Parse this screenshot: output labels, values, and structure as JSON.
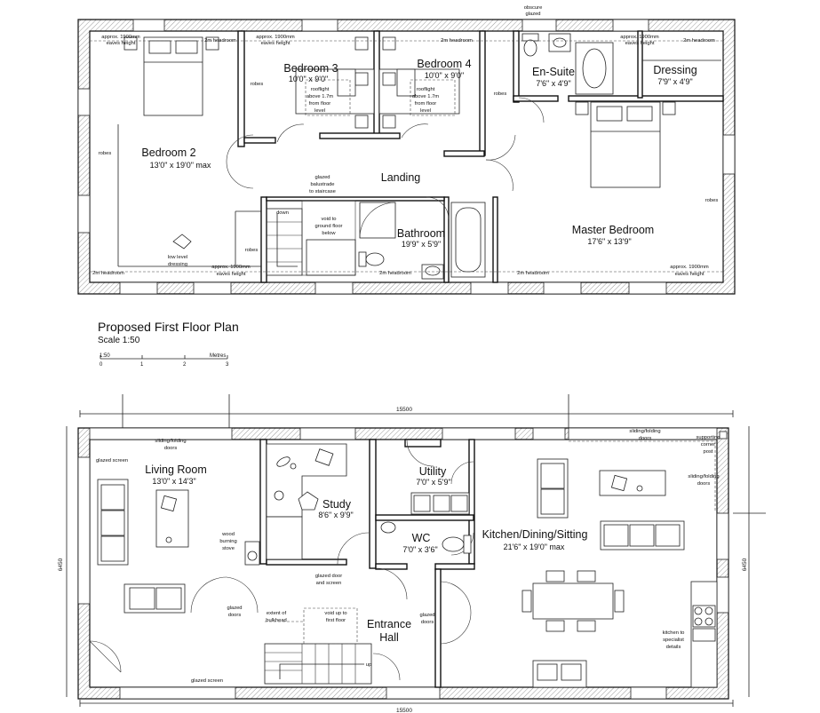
{
  "first_floor": {
    "rooms": [
      {
        "name": "Bedroom 2",
        "dims": "13'0\" x 19'0\" max"
      },
      {
        "name": "Bedroom 3",
        "dims": "10'0\" x 9'0\""
      },
      {
        "name": "Bedroom 4",
        "dims": "10'0\" x 9'0\""
      },
      {
        "name": "En-Suite",
        "dims": "7'6\" x 4'9\""
      },
      {
        "name": "Dressing",
        "dims": "7'9\" x 4'9\""
      },
      {
        "name": "Landing",
        "dims": ""
      },
      {
        "name": "Bathroom",
        "dims": "19'9\" x 5'9\""
      },
      {
        "name": "Master Bedroom",
        "dims": "17'6\" x 13'9\""
      }
    ],
    "notes": {
      "obscure_glazed": [
        "obscure",
        "glazed"
      ],
      "eaves_top": [
        "approx. 1900mm",
        "eaves height"
      ],
      "headroom_2m": "2m headroom",
      "robes": "robes",
      "rooflight": [
        "rooflight",
        "above 1.7m",
        "from floor",
        "level"
      ],
      "glazed_balustrade": [
        "glazed",
        "balustrade",
        "to staircase"
      ],
      "void": [
        "void to",
        "ground floor",
        "below"
      ],
      "down": "down",
      "low_level_dressing": [
        "low level",
        "dressing"
      ]
    },
    "plan_title": "Proposed First Floor Plan",
    "scale": "Scale 1:50",
    "scale_bar": {
      "left_label": "1:50",
      "right_label": "Metres",
      "ticks": [
        "0",
        "1",
        "2",
        "3"
      ]
    }
  },
  "ground_floor": {
    "rooms": [
      {
        "name": "Living Room",
        "dims": "13'0\" x 14'3\""
      },
      {
        "name": "Study",
        "dims": "8'6\" x 9'9\""
      },
      {
        "name": "Utility",
        "dims": "7'0\" x 5'9\""
      },
      {
        "name": "WC",
        "dims": "7'0\" x 3'6\""
      },
      {
        "name": "Kitchen/Dining/Sitting",
        "dims": "21'6\" x 19'0\" max"
      },
      {
        "name": "Entrance",
        "dims": "Hall"
      }
    ],
    "notes": {
      "sliding_folding": [
        "sliding/folding",
        "doors"
      ],
      "glazed_screen": "glazed screen",
      "wood_burning": [
        "wood",
        "burning",
        "stove"
      ],
      "glazed_doors": [
        "glazed",
        "doors"
      ],
      "glazed_door_screen": [
        "glazed door",
        "and screen"
      ],
      "extent_bulkhead": [
        "extent of",
        "bulkhead"
      ],
      "void_up": [
        "void up to",
        "first floor"
      ],
      "up": "up",
      "supporting_post": [
        "supporting",
        "corner",
        "post"
      ],
      "kitchen_specialist": [
        "kitchen to",
        "specialist",
        "details"
      ]
    },
    "dims": {
      "width": "15500",
      "depth": "6450"
    }
  }
}
